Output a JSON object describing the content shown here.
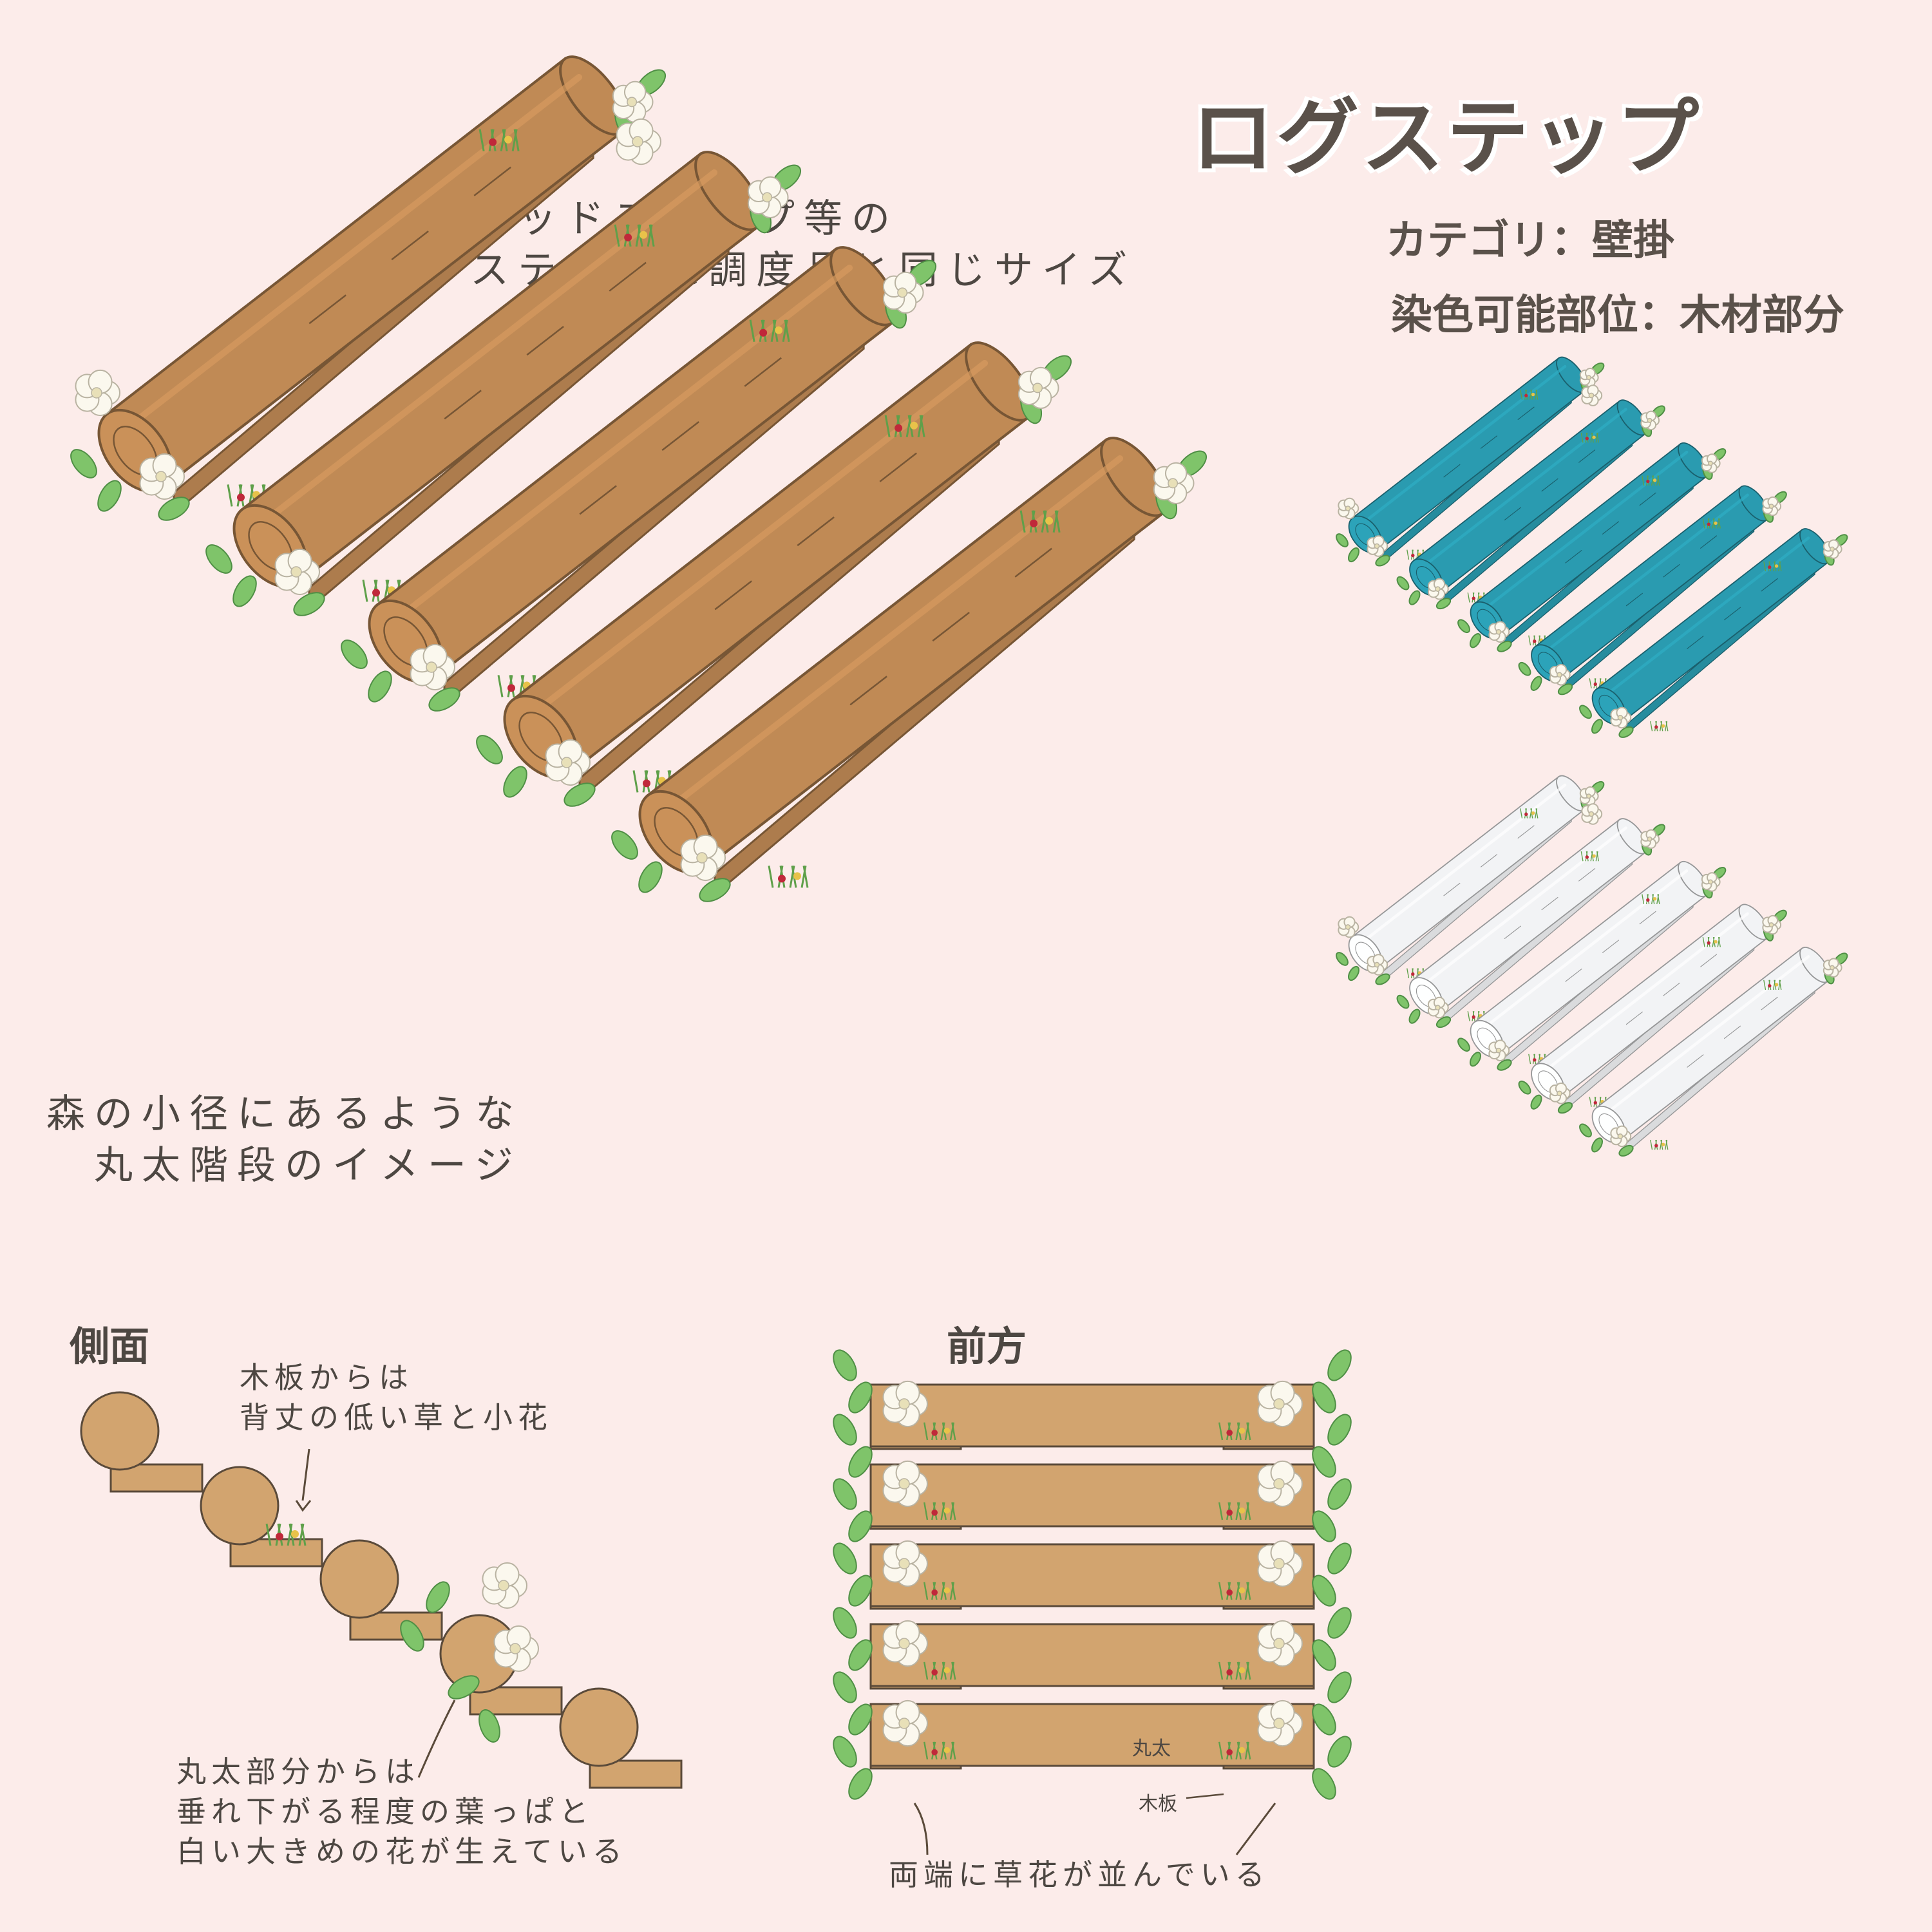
{
  "title": "ログステップ",
  "category": "カテゴリ：壁掛",
  "dye": "染色可能部位：木材部分",
  "same_size_note": "ウッドステップ等の\nステップ系調度品と同じサイズ",
  "image_note": "森の小径にあるような\n　丸太階段のイメージ",
  "side": {
    "heading": "側面",
    "plank_note": "木板からは\n背丈の低い草と小花",
    "log_note": "丸太部分からは\n垂れ下がる程度の葉っぱと\n白い大きめの花が生えている"
  },
  "front": {
    "heading": "前方",
    "label_log": "丸太",
    "label_plank": "木板",
    "caption": "両端に草花が並んでいる"
  },
  "colors": {
    "wood": "#c08a55",
    "wood_dark": "#7a5230",
    "diagram_wood": "#d2a46f",
    "teal": "#2a9bb0",
    "white_variant": "#f2f3f5",
    "leaf": "#7fc46a",
    "flower": "#fbf8ee",
    "background": "#fcecea"
  },
  "icons": [
    "log-icon",
    "leaf-icon",
    "white-flower-icon"
  ]
}
